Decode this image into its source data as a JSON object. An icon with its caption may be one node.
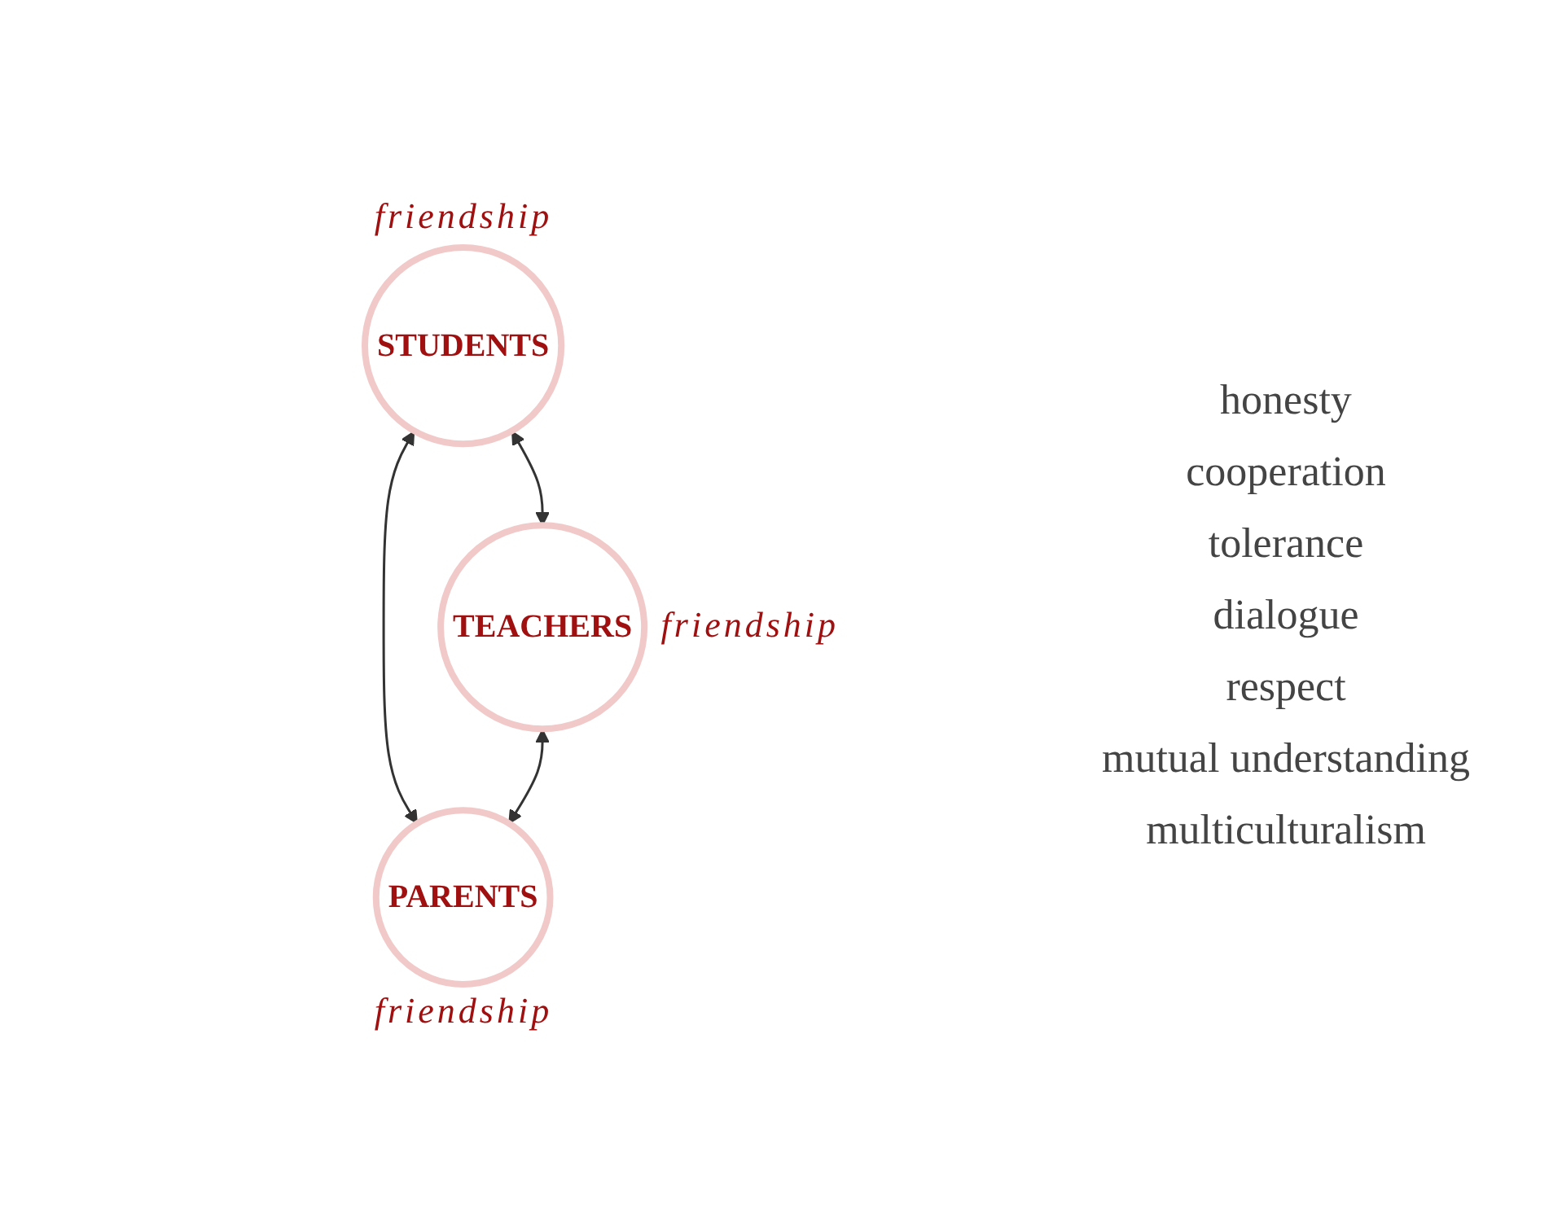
{
  "diagram": {
    "nodes": [
      {
        "text": [
          "STUDENTS"
        ],
        "beside": [
          "friendship"
        ]
      },
      {
        "text": [
          "TEACHERS"
        ],
        "beside": [
          "friendship"
        ]
      },
      {
        "text": [
          "PARENTS"
        ],
        "beside": [
          "friendship"
        ]
      }
    ],
    "edges": [
      {
        "from": 0,
        "to": 1,
        "arrow": "both"
      },
      {
        "from": 0,
        "to": 2,
        "arrow": "both"
      },
      {
        "from": 1,
        "to": 2,
        "arrow": "both"
      }
    ],
    "labels": [
      "honesty",
      "cooperation",
      "tolerance",
      "dialogue",
      "respect",
      "mutual understanding",
      "multiculturalism"
    ]
  }
}
